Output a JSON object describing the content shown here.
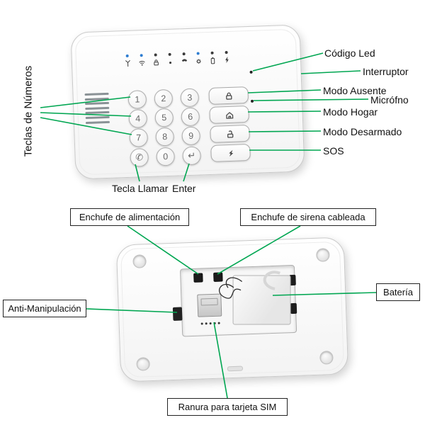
{
  "colors": {
    "accent": "#00A651",
    "led_blue": "#2E7DD1",
    "led_dark": "#3A3A3A"
  },
  "front": {
    "side_label": "Teclas de Números",
    "annotations": {
      "codigo_led": "Código Led",
      "interruptor": "Interruptor",
      "modo_ausente": "Modo Ausente",
      "microfono": "Micrófno",
      "modo_hogar": "Modo Hogar",
      "modo_desarmado": "Modo Desarmado",
      "sos": "SOS",
      "tecla_llamar": "Tecla Llamar",
      "enter": "Enter"
    },
    "keypad": {
      "digits": [
        "1",
        "2",
        "3",
        "4",
        "5",
        "6",
        "7",
        "8",
        "9"
      ],
      "zero": "0",
      "call_glyph": "✆",
      "enter_glyph": "↵"
    },
    "status_icons": [
      "signal-icon",
      "wifi-icon",
      "lock-icon",
      "dot-icon",
      "phone-icon",
      "gear-icon",
      "battery-icon",
      "lightning-icon"
    ]
  },
  "back": {
    "annotations": {
      "enchufe_alimentacion": "Enchufe de alimentación",
      "enchufe_sirena": "Enchufe de sirena cableada",
      "bateria": "Batería",
      "anti_manipulacion": "Anti-Manipulación",
      "ranura_sim": "Ranura para tarjeta SIM"
    }
  }
}
